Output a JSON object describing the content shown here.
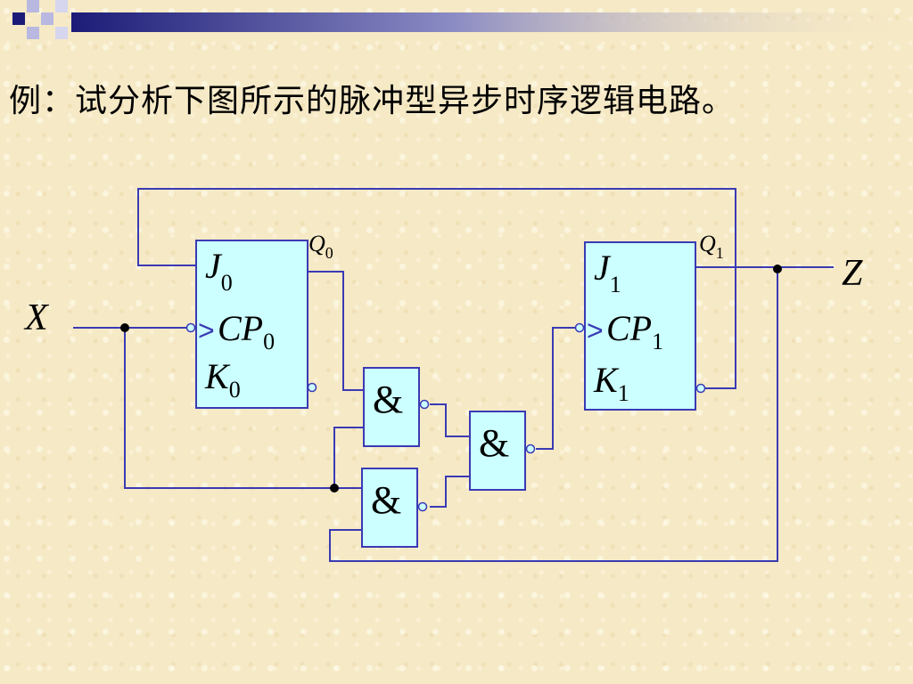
{
  "title": "例：试分析下图所示的脉冲型异步时序逻辑电路。",
  "circuit": {
    "input": "X",
    "output": "Z",
    "ff0": {
      "j_letter": "J",
      "j_sub": "0",
      "cp_letters": "CP",
      "cp_sub": "0",
      "k_letter": "K",
      "k_sub": "0",
      "q_letter": "Q",
      "q_sub": "0"
    },
    "ff1": {
      "j_letter": "J",
      "j_sub": "1",
      "cp_letters": "CP",
      "cp_sub": "1",
      "k_letter": "K",
      "k_sub": "1",
      "q_letter": "Q",
      "q_sub": "1"
    },
    "gate_symbol": "&",
    "clock_mark": ">"
  },
  "colors": {
    "wire": "#3a3ab4",
    "box_fill": "#ccffff",
    "background": "#f6e9c6",
    "banner_dark": "#1c1c78"
  }
}
